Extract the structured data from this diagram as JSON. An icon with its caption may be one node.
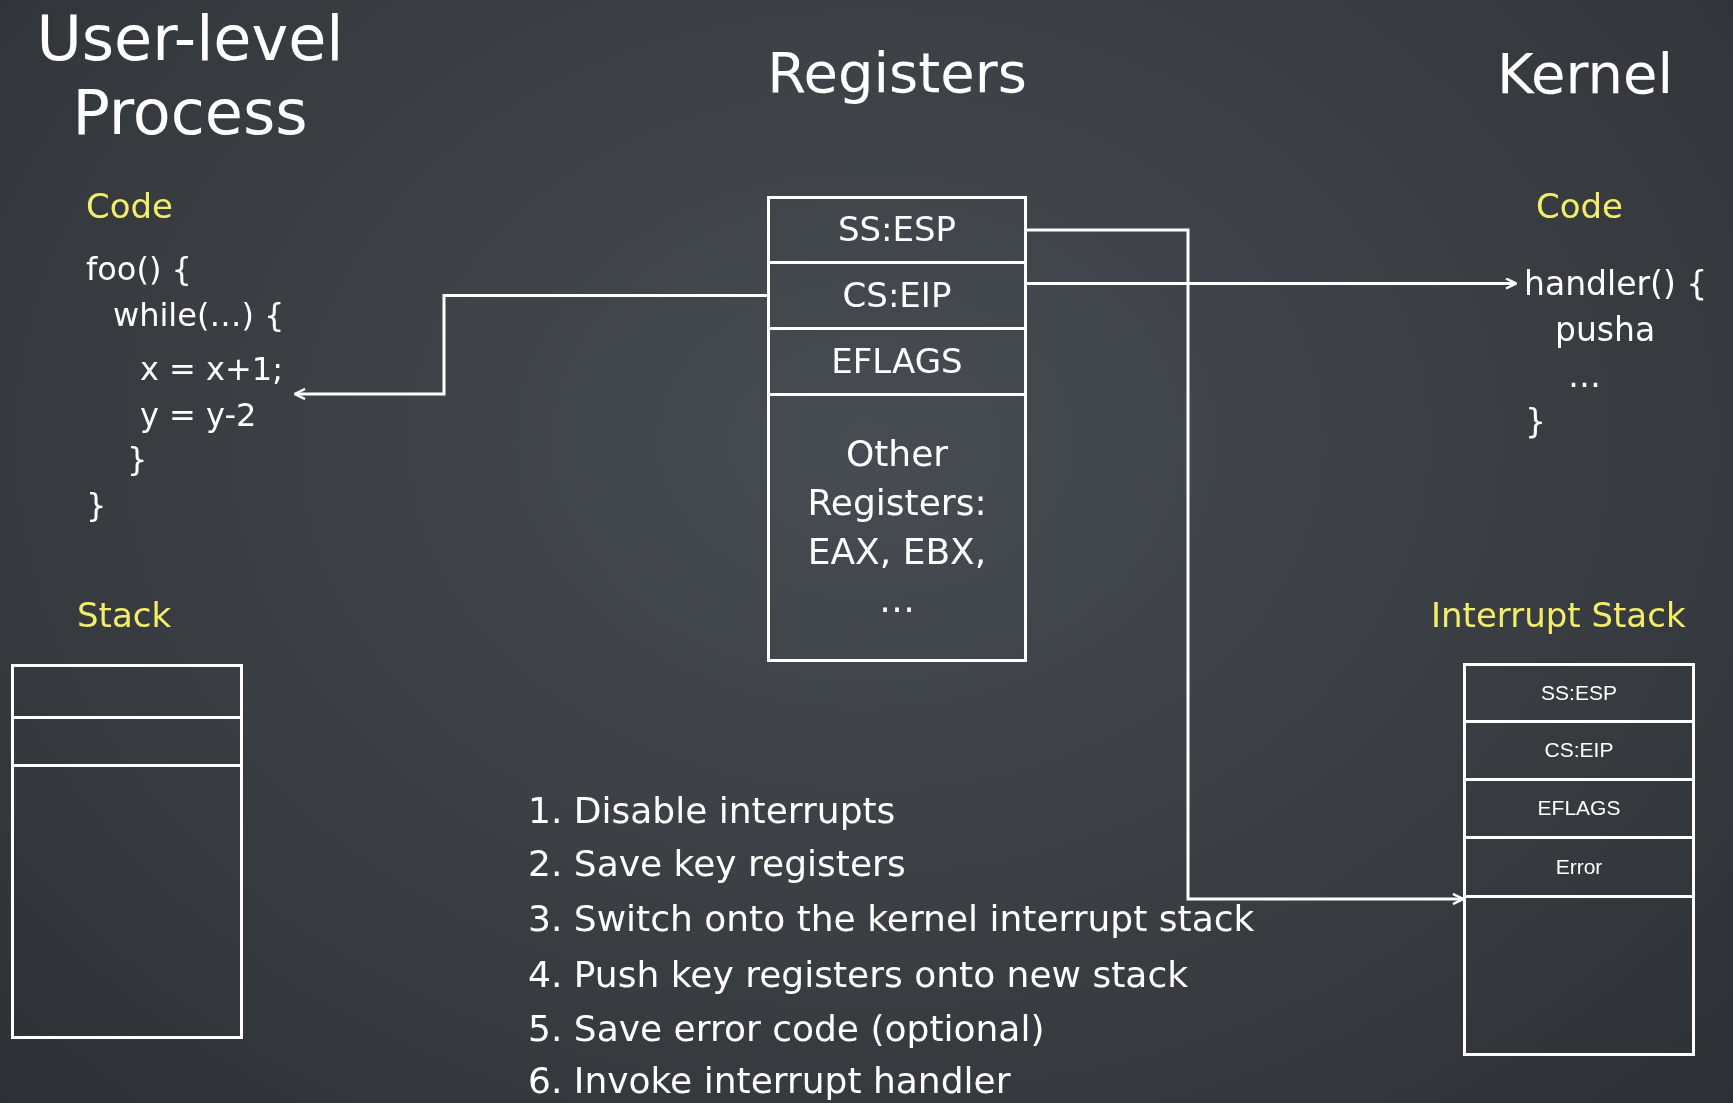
{
  "diagram": {
    "nodes": [
      {
        "text": [
          "Stack"
        ]
      },
      {
        "text": [],
        "shape": "box",
        "in": 0
      },
      {
        "text": [],
        "shape": "box",
        "in": 0
      },
      {
        "text": [],
        "shape": "box",
        "in": 0
      },
      {
        "text": [
          "Registers"
        ]
      },
      {
        "text": [
          "SS:ESP"
        ],
        "in": 4
      },
      {
        "text": [
          "CS:EIP"
        ],
        "in": 4
      },
      {
        "text": [
          "EFLAGS"
        ],
        "in": 4
      },
      {
        "text": [
          "Other Registers: EAX, EBX, …"
        ],
        "in": 4
      },
      {
        "text": [
          "Interrupt Stack"
        ]
      },
      {
        "text": [
          "SS:ESP"
        ],
        "in": 9
      },
      {
        "text": [
          "CS:EIP"
        ],
        "in": 9
      },
      {
        "text": [
          "EFLAGS"
        ],
        "in": 9
      },
      {
        "text": [
          "Error"
        ],
        "in": 9
      },
      {
        "text": [],
        "shape": "box",
        "in": 9
      },
      {
        "text": [
          "x = x+1;"
        ]
      },
      {
        "text": [
          "handler() {"
        ]
      }
    ],
    "edges": [
      {
        "from": 6,
        "to": 15,
        "arrow": "to"
      },
      {
        "from": 6,
        "to": 16,
        "arrow": "to"
      },
      {
        "from": 5,
        "to": 14,
        "arrow": "to"
      }
    ],
    "labels": [
      "User-level Process",
      "Kernel",
      "Code",
      "foo() {",
      "while(…) {",
      "y = y-2",
      "}",
      "}",
      "Code",
      "pusha",
      "…",
      "}",
      "1. Disable interrupts",
      "2. Save key registers",
      "3. Switch onto the kernel interrupt stack",
      "4. Push key registers onto new stack",
      "5. Save error code (optional)",
      "6. Invoke interrupt handler"
    ]
  }
}
